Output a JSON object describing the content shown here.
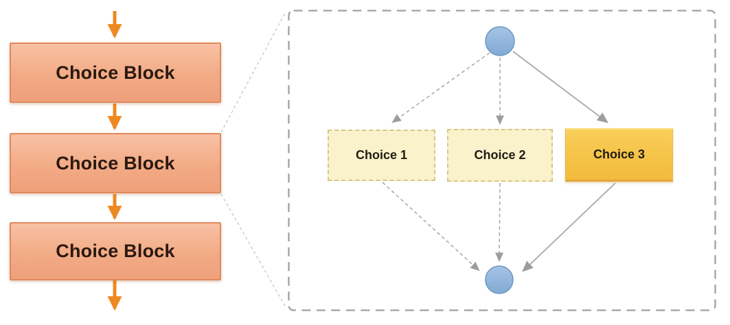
{
  "flowchart": {
    "blocks": [
      {
        "label": "Choice Block"
      },
      {
        "label": "Choice Block"
      },
      {
        "label": "Choice Block"
      }
    ]
  },
  "detail": {
    "choices": [
      {
        "label": "Choice 1",
        "style": "dashed-candidate"
      },
      {
        "label": "Choice 2",
        "style": "dashed-candidate"
      },
      {
        "label": "Choice 3",
        "style": "solid-selected"
      }
    ],
    "nodes": [
      "entry-node",
      "exit-node"
    ]
  },
  "colors": {
    "block_fill_top": "#F8C1A5",
    "block_fill_bottom": "#EFA07B",
    "block_border": "#E0895B",
    "flow_arrow_orange": "#EE8821",
    "panel_border_gray": "#A0A0A0",
    "zoom_guide_gray": "#C4C4C4",
    "choice_candidate_fill": "#F9F2CB",
    "choice_candidate_border": "#D8C685",
    "choice_selected_fill": "#F5C348",
    "choice_selected_border": "#E5A63B",
    "edge_gray": "#ABABAB",
    "node_fill": "#92B6DD",
    "node_border": "#6E99C6"
  }
}
